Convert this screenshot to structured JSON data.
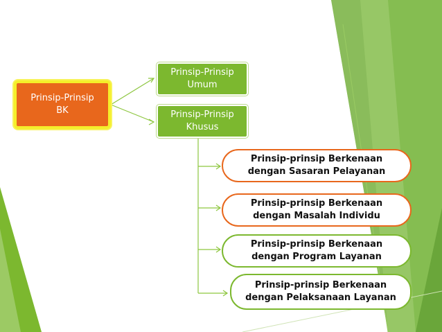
{
  "diagram": {
    "root": {
      "line1": "Prinsip-Prinsip",
      "line2": "BK"
    },
    "branches": [
      {
        "line1": "Prinsip-Prinsip",
        "line2": "Umum"
      },
      {
        "line1": "Prinsip-Prinsip",
        "line2": "Khusus"
      }
    ],
    "khusus_children": [
      {
        "line1": "Prinsip-prinsip Berkenaan",
        "line2": "dengan Sasaran Pelayanan"
      },
      {
        "line1": "Prinsip-prinsip Berkenaan",
        "line2": "dengan Masalah Individu"
      },
      {
        "line1": "Prinsip-prinsip Berkenaan",
        "line2": "dengan Program Layanan"
      },
      {
        "line1": "Prinsip-prinsip Berkenaan",
        "line2": "dengan Pelaksanaan Layanan"
      }
    ]
  },
  "colors": {
    "root_fill": "#e8671c",
    "root_border": "#f5ef2a",
    "branch_fill": "#7cb82f",
    "connector": "#8dc63f",
    "pill_orange_border": "#e8671c",
    "pill_green_border": "#7cb82f"
  }
}
